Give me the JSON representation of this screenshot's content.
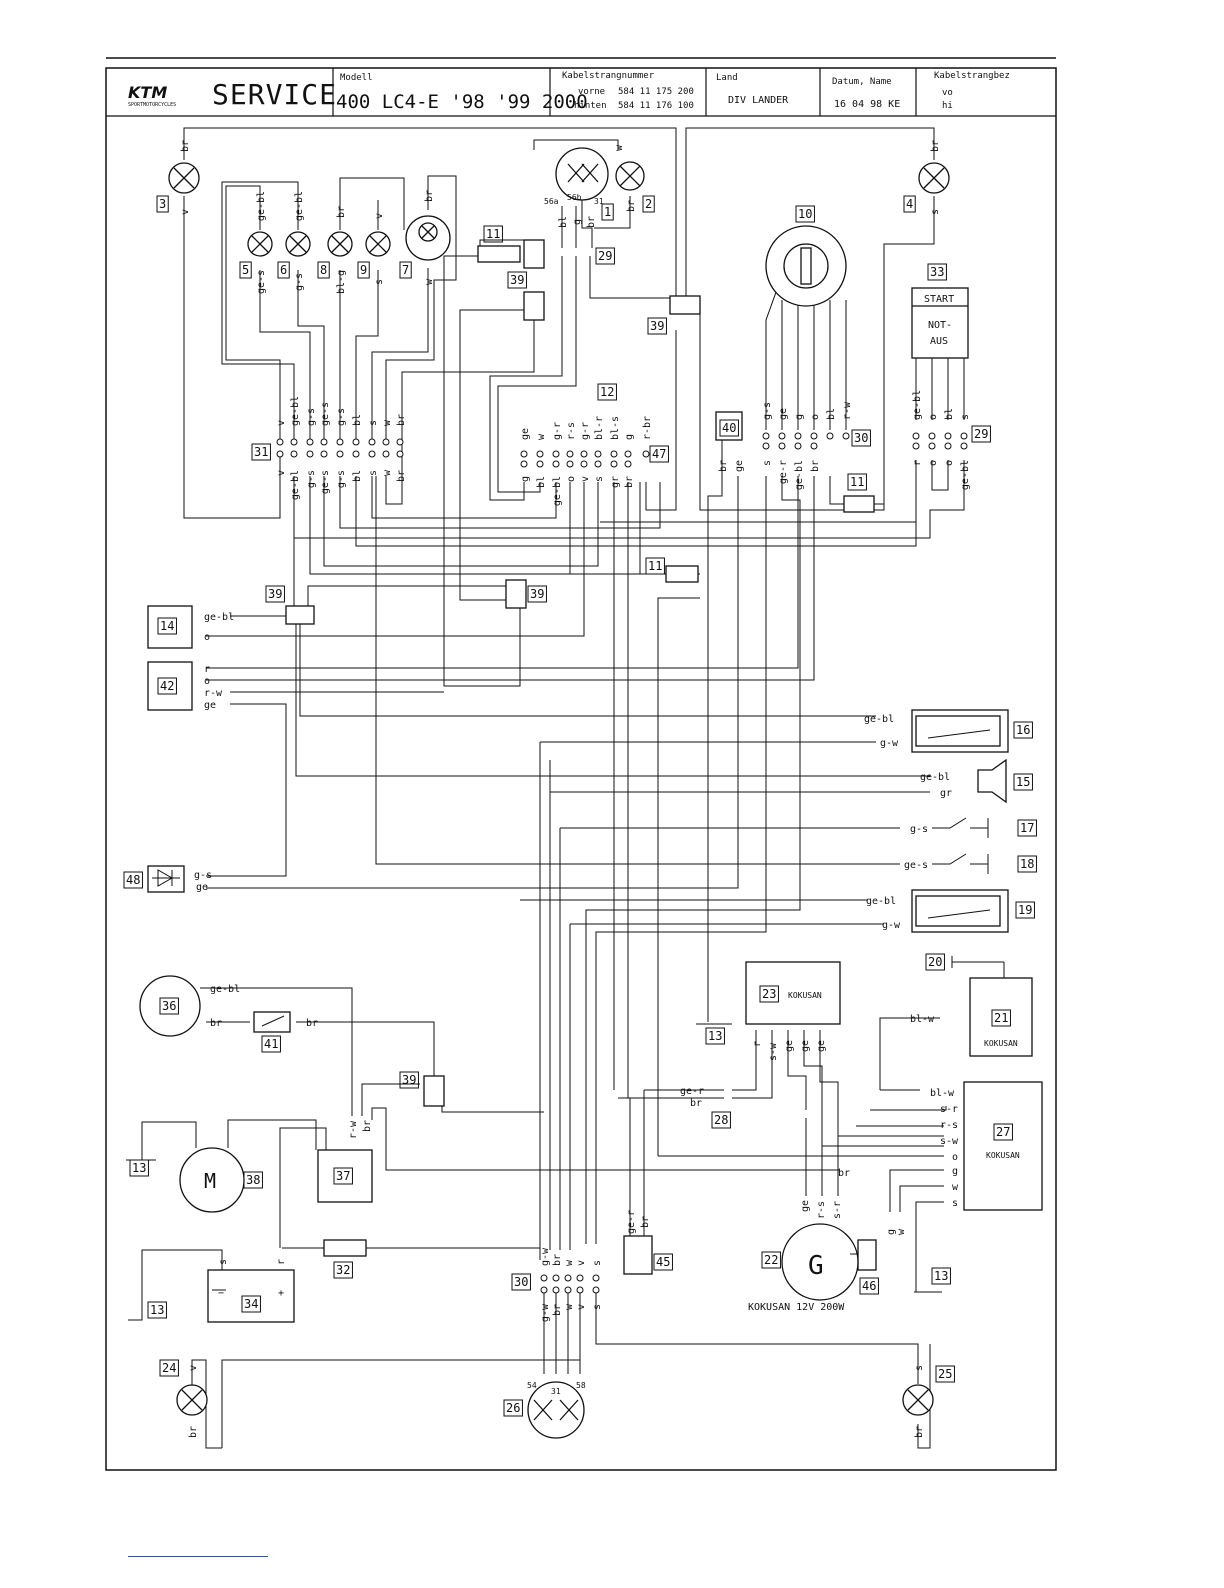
{
  "header": {
    "brand": "KTM",
    "brand_tagline": "SPORTMOTORCYCLES",
    "service_title": "SERVICE",
    "model_label": "Modell",
    "model_value": "400 LC4-E  '98 '99 2000",
    "harness_label": "Kabelstrangnummer",
    "harness_front_label": "vorne",
    "harness_front_value": "584 11 175 200",
    "harness_rear_label": "hinten",
    "harness_rear_value": "584 11 176 100",
    "country_label": "Land",
    "country_value": "DIV  LANDER",
    "date_label": "Datum, Name",
    "date_value": "16 04 98 KE",
    "harness_desc_label": "Kabelstrangbez",
    "harness_desc_front": "vo",
    "harness_desc_rear": "hi"
  },
  "components": {
    "n1": "1",
    "n2": "2",
    "n3": "3",
    "n4": "4",
    "n5": "5",
    "n6": "6",
    "n8": "8",
    "n9": "9",
    "n7": "7",
    "n10": "10",
    "n11a": "11",
    "n11b": "11",
    "n11c": "11",
    "n12": "12",
    "n13a": "13",
    "n13b": "13",
    "n13c": "13",
    "n13d": "13",
    "n14": "14",
    "n15": "15",
    "n16": "16",
    "n17": "17",
    "n18": "18",
    "n19": "19",
    "n20": "20",
    "n21": "21",
    "n22": "22",
    "n23": "23",
    "n24": "24",
    "n25": "25",
    "n26": "26",
    "n27": "27",
    "n28": "28",
    "n29a": "29",
    "n29b": "29",
    "n30a": "30",
    "n30b": "30",
    "n31": "31",
    "n32": "32",
    "n33": "33",
    "n34": "34",
    "n36": "36",
    "n37": "37",
    "n38": "38",
    "n39a": "39",
    "n39b": "39",
    "n39c": "39",
    "n39d": "39",
    "n39e": "39",
    "n40": "40",
    "n41": "41",
    "n42": "42",
    "n45": "45",
    "n46": "46",
    "n47": "47",
    "n48": "48"
  },
  "texts": {
    "start": "START",
    "not": "NOT-",
    "aus": "AUS",
    "kokusan_23": "KOKUSAN",
    "kokusan_21": "KOKUSAN",
    "kokusan_27": "KOKUSAN",
    "generator_caption": "KOKUSAN 12V 200W",
    "generator_symbol": "G",
    "motor_symbol": "M",
    "term_56a": "56a",
    "term_56b": "56b",
    "term_31": "31",
    "term_54": "54",
    "term_31b": "31",
    "term_58": "58",
    "batt_minus": "−",
    "batt_plus": "+"
  },
  "wires": {
    "w14a": "ge-bl",
    "w14b": "o",
    "w42a": "r",
    "w42b": "o",
    "w42c": "r-w",
    "w42d": "ge",
    "w16a": "ge-bl",
    "w16b": "g-w",
    "w15a": "ge-bl",
    "w15b": "gr",
    "w17": "g-s",
    "w18": "ge-s",
    "w19a": "ge-bl",
    "w19b": "g-w",
    "w48a": "g-s",
    "w48b": "ge",
    "w36a": "ge-bl",
    "w36b": "br",
    "w41": "br",
    "w21": "bl-w",
    "w27a": "bl-w",
    "w27b": "s-r",
    "w27c": "r-s",
    "w27d": "s-w",
    "w27e": "o",
    "w27f": "br",
    "w27g": "g",
    "w27h": "w",
    "w27i": "s",
    "w28a": "ge-r",
    "w28b": "br",
    "w23a": "r",
    "w23b": "s-w",
    "w23c": "ge",
    "w23d": "ge",
    "w23e": "ge",
    "w22a": "ge",
    "w22b": "r-s",
    "w22c": "s-r",
    "w46a": "g",
    "w46b": "w",
    "w45a": "ge-r",
    "w45b": "br",
    "w37a": "r-w",
    "w37b": "br",
    "w34a": "s",
    "w34b": "r",
    "w3": "v",
    "w3b": "br",
    "w4": "s",
    "w4b": "br",
    "w2a": "w",
    "w2b": "br",
    "w24a": "v",
    "w24b": "br",
    "w25a": "s",
    "w25b": "br",
    "w5a": "ge-bl",
    "w5b": "ge-s",
    "w6a": "ge-bl",
    "w6b": "g-s",
    "w8a": "br",
    "w8b": "bl-g",
    "w9a": "v",
    "w9b": "s",
    "w7a": "br",
    "w7b": "w",
    "w1a": "bl",
    "w1b": "g",
    "w1c": "br",
    "w40a": "br",
    "w40b": "ge",
    "w26a": "g-w",
    "w26b": "br",
    "w26c": "w",
    "w26d": "v",
    "w26e": "s"
  },
  "connector31_top": [
    "v",
    "ge-bl",
    "g-s",
    "ge-s",
    "g-s",
    "bl",
    "s",
    "w",
    "br"
  ],
  "connector31_bottom": [
    "v",
    "ge-bl",
    "g-s",
    "ge-s",
    "g-s",
    "bl",
    "s",
    "w",
    "br"
  ],
  "connector47_top": [
    "ge",
    "w",
    "g-r",
    "r-s",
    "g-r",
    "bl-r",
    "bl-s",
    "g",
    "r-br"
  ],
  "connector47_bottom": [
    "g",
    "bl",
    "ge-bl",
    "o",
    "v",
    "s",
    "gr",
    "br"
  ],
  "connector30_top": [
    "g-s",
    "ge",
    "g",
    "o",
    "bl",
    "r-w"
  ],
  "connector30_bottom": [
    "s",
    "ge-r",
    "ge-bl",
    "br"
  ],
  "connector29_top": [
    "ge-bl",
    "o",
    "bl",
    "s"
  ],
  "connector29_bottom": [
    "r",
    "o",
    "o",
    "ge-bl"
  ],
  "connector30b_top": [
    "g-w",
    "br",
    "w",
    "v",
    "s"
  ],
  "connector30b_bottom": [
    "g-w",
    "br",
    "w",
    "v",
    "s"
  ]
}
